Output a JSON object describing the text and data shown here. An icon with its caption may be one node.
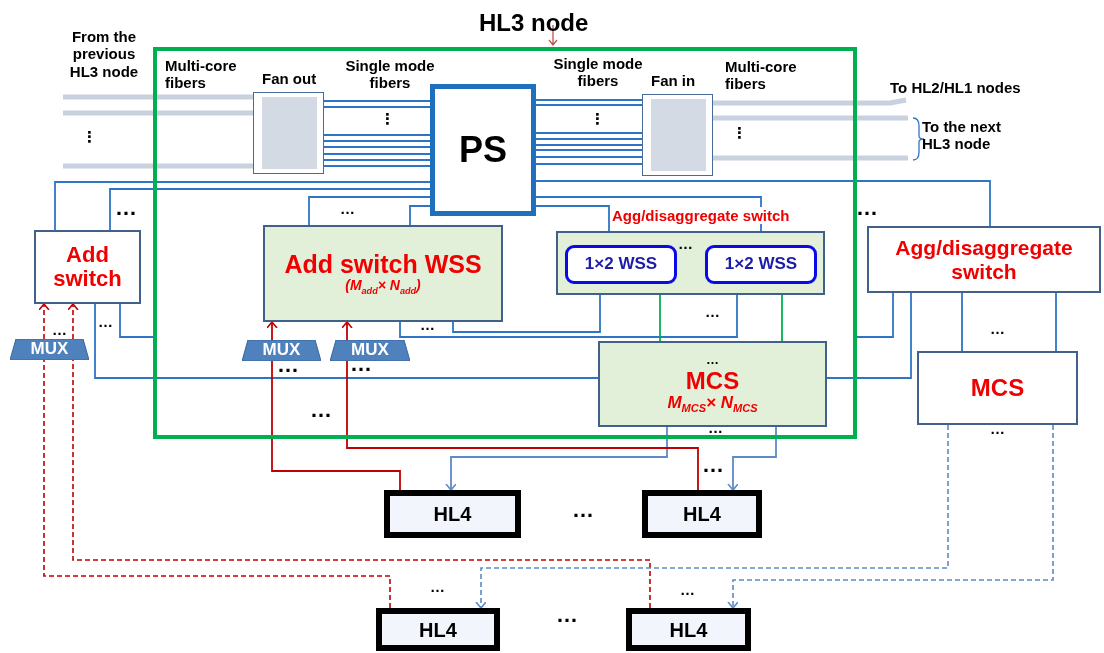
{
  "diagram": {
    "nodes": [
      {
        "text": [
          "HL3 node"
        ]
      },
      {
        "text": [
          "Fan out"
        ],
        "in": 0
      },
      {
        "text": [
          "PS"
        ],
        "in": 0
      },
      {
        "text": [
          "Fan in"
        ],
        "in": 0
      },
      {
        "text": [
          "Add switch WSS",
          "(M$_{add}$× N$_{add}$)"
        ],
        "in": 0
      },
      {
        "text": [
          "Agg/disaggregate switch",
          "…"
        ],
        "in": 0
      },
      {
        "text": [
          "1×2 WSS"
        ],
        "in": 5
      },
      {
        "text": [
          "1×2 WSS"
        ],
        "in": 5
      },
      {
        "text": [
          "…",
          "MCS",
          "M$_{MCS}$× N$_{MCS}$"
        ],
        "in": 0,
        "beside": [
          "…"
        ]
      },
      {
        "text": [
          "MUX"
        ],
        "in": 0
      },
      {
        "text": [
          "MUX"
        ],
        "in": 0
      },
      {
        "text": [
          "Add switch"
        ]
      },
      {
        "text": [
          "MUX"
        ]
      },
      {
        "text": [
          "Agg/disaggregate switch"
        ]
      },
      {
        "text": [
          "MCS"
        ],
        "beside": [
          "…",
          "…"
        ]
      },
      {
        "text": [
          "HL4"
        ]
      },
      {
        "text": [
          "HL4"
        ]
      },
      {
        "text": [
          "HL4"
        ],
        "beside": [
          "…"
        ]
      },
      {
        "text": [
          "HL4"
        ],
        "beside": [
          "…"
        ]
      },
      {
        "text": [
          "To HL2/HL1 nodes"
        ]
      }
    ],
    "edges": [
      {
        "from": null,
        "to": 1,
        "arrow": "none",
        "style": "thick",
        "color": "#c8d2de"
      },
      {
        "from": null,
        "to": 1,
        "arrow": "none",
        "style": "thick",
        "color": "#c8d2de"
      },
      {
        "from": null,
        "to": 1,
        "arrow": "none",
        "style": "thick",
        "color": "#c8d2de"
      },
      {
        "from": 1,
        "to": 2,
        "arrow": "none"
      },
      {
        "from": 1,
        "to": 2,
        "arrow": "none"
      },
      {
        "from": 1,
        "to": 2,
        "arrow": "none"
      },
      {
        "from": 1,
        "to": 2,
        "arrow": "none"
      },
      {
        "from": 1,
        "to": 2,
        "arrow": "none"
      },
      {
        "from": 1,
        "to": 2,
        "arrow": "none"
      },
      {
        "from": 1,
        "to": 2,
        "arrow": "none"
      },
      {
        "from": 1,
        "to": 2,
        "arrow": "none"
      },
      {
        "from": 2,
        "to": 3,
        "arrow": "none"
      },
      {
        "from": 2,
        "to": 3,
        "arrow": "none"
      },
      {
        "from": 2,
        "to": 3,
        "arrow": "none"
      },
      {
        "from": 2,
        "to": 3,
        "arrow": "none"
      },
      {
        "from": 2,
        "to": 3,
        "arrow": "none"
      },
      {
        "from": 2,
        "to": 3,
        "arrow": "none"
      },
      {
        "from": 2,
        "to": 3,
        "arrow": "none"
      },
      {
        "from": 2,
        "to": 3,
        "arrow": "none"
      },
      {
        "from": 3,
        "to": 19,
        "arrow": "none",
        "style": "thick",
        "color": "#c8d2de"
      },
      {
        "from": 3,
        "to": null,
        "arrow": "none",
        "style": "thick",
        "color": "#c8d2de"
      },
      {
        "from": 3,
        "to": null,
        "arrow": "none",
        "style": "thick",
        "color": "#c8d2de"
      },
      {
        "from": 2,
        "to": 11,
        "arrow": "none"
      },
      {
        "from": 2,
        "to": 11,
        "arrow": "none"
      },
      {
        "from": 2,
        "to": 4,
        "arrow": "none"
      },
      {
        "from": 2,
        "to": 4,
        "arrow": "none"
      },
      {
        "from": 2,
        "to": 6,
        "arrow": "none"
      },
      {
        "from": 2,
        "to": 7,
        "arrow": "none"
      },
      {
        "from": 2,
        "to": 13,
        "arrow": "none"
      },
      {
        "from": 6,
        "to": 4,
        "arrow": "none"
      },
      {
        "from": 7,
        "to": 4,
        "arrow": "none"
      },
      {
        "from": 6,
        "to": 8,
        "arrow": "none",
        "color": "#00b050"
      },
      {
        "from": 7,
        "to": 8,
        "arrow": "none",
        "color": "#00b050"
      },
      {
        "from": 11,
        "to": 8,
        "arrow": "none"
      },
      {
        "from": 11,
        "to": 0,
        "arrow": "none"
      },
      {
        "from": 13,
        "to": 8,
        "arrow": "none"
      },
      {
        "from": 13,
        "to": 0,
        "arrow": "none"
      },
      {
        "from": 13,
        "to": 14,
        "arrow": "none"
      },
      {
        "from": 13,
        "to": 14,
        "arrow": "none"
      },
      {
        "from": 8,
        "to": 15,
        "arrow": "to",
        "color": "#5b8bc9"
      },
      {
        "from": 8,
        "to": 16,
        "arrow": "to",
        "color": "#5b8bc9"
      },
      {
        "from": 15,
        "to": 9,
        "arrow": "none",
        "color": "#c00000"
      },
      {
        "from": 9,
        "to": 4,
        "arrow": "to",
        "color": "#c00000"
      },
      {
        "from": 16,
        "to": 10,
        "arrow": "none",
        "color": "#c00000"
      },
      {
        "from": 10,
        "to": 4,
        "arrow": "to",
        "color": "#c00000"
      },
      {
        "from": 17,
        "to": 12,
        "arrow": "none",
        "style": "dashed",
        "color": "#c00000"
      },
      {
        "from": 12,
        "to": 11,
        "arrow": "to",
        "style": "dashed",
        "color": "#c00000"
      },
      {
        "from": 18,
        "to": 12,
        "arrow": "none",
        "style": "dashed",
        "color": "#c00000"
      },
      {
        "from": 12,
        "to": 11,
        "arrow": "to",
        "style": "dashed",
        "color": "#c00000"
      },
      {
        "from": 14,
        "to": 17,
        "arrow": "to",
        "style": "dashed",
        "color": "#5b8bc9"
      },
      {
        "from": 14,
        "to": 18,
        "arrow": "to",
        "style": "dashed",
        "color": "#5b8bc9"
      }
    ],
    "labels": [
      "From the previous HL3 node",
      "Multi-core fibers",
      "Single mode fibers",
      "Single mode fibers",
      "Multi-core fibers",
      "To the next HL3 node",
      "⋮",
      "⋮",
      "⋮",
      "⋮",
      "…",
      "…",
      "…",
      "…",
      "…",
      "…",
      "…",
      "…",
      "…",
      "…",
      "…",
      "…",
      "…"
    ]
  }
}
